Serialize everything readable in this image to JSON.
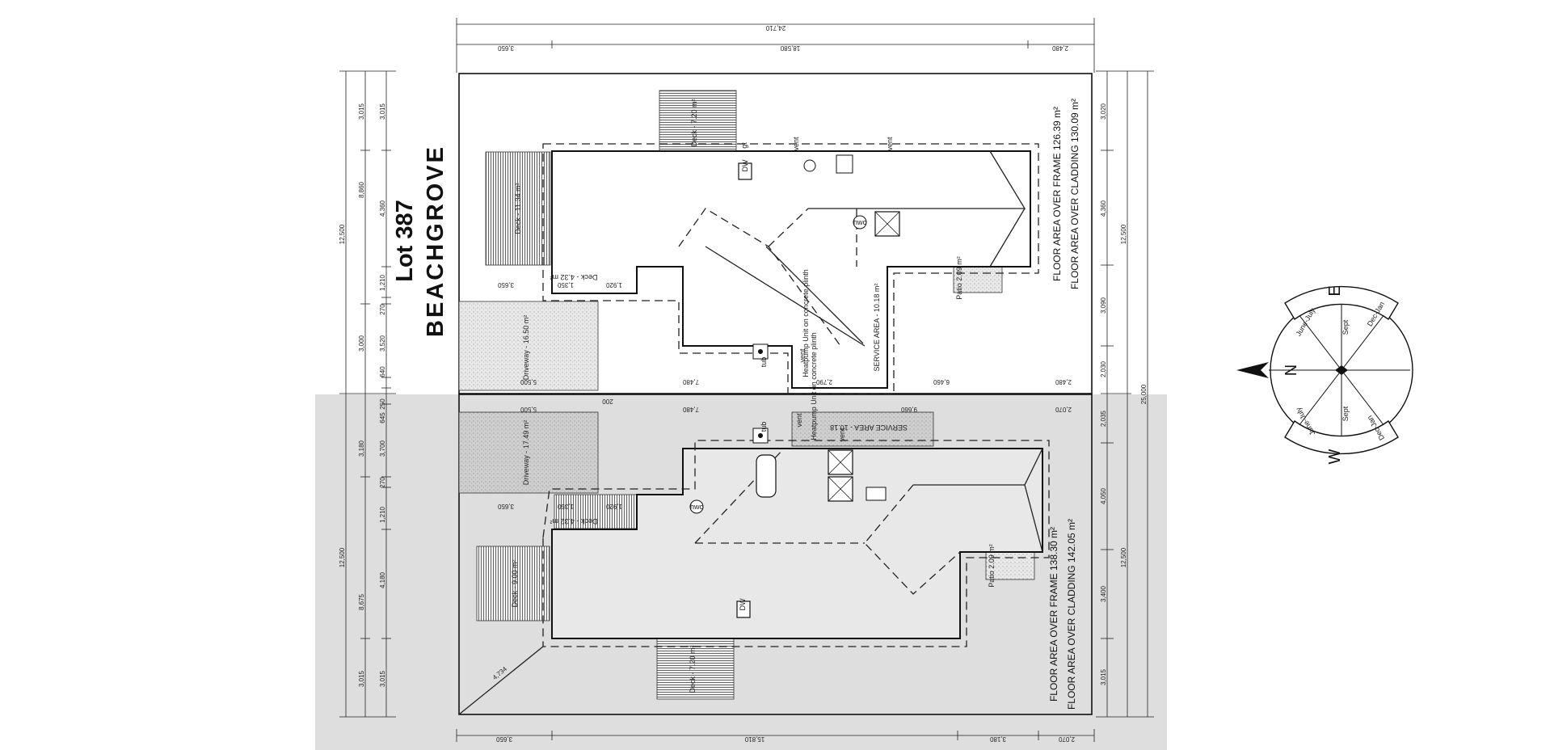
{
  "title": {
    "line1": "Lot 387",
    "line2": "BEACHGROVE"
  },
  "dims_top": {
    "overall": "24,710",
    "a": "3,650",
    "b": "18,580",
    "c": "2,480"
  },
  "dims_bottom": {
    "a": "3,650",
    "b": "15,810",
    "c": "3,180",
    "d": "2,070"
  },
  "dims_left_outer": {
    "upper": "12,500",
    "lower": "12,500"
  },
  "dims_left_mid": {
    "a": "3,015",
    "b": "8,860",
    "c": "3,000",
    "d": "3,180",
    "e": "8,675",
    "f": "3,015"
  },
  "dims_left_inner": {
    "a": "3,015",
    "b": "4,360",
    "c": "1,210",
    "d": "270",
    "e": "3,520",
    "f": "640",
    "g": "250",
    "h": "645",
    "i": "3,700",
    "j": "270",
    "k": "1,210",
    "l": "4,180",
    "m": "3,015"
  },
  "dims_right_inner": {
    "a": "3,020",
    "b": "4,360",
    "c": "3,090",
    "d": "2,030",
    "e": "2,035",
    "f": "4,050",
    "g": "3,400",
    "h": "3,015"
  },
  "dims_right_mid": {
    "upper": "12,500",
    "lower": "12,500"
  },
  "dims_right_outer": {
    "overall": "25,000"
  },
  "dims_mid": {
    "u1": "3,650",
    "u2": "1,920",
    "u3": "1,350",
    "u4": "5,500",
    "u5": "7,480",
    "u6": "2,790",
    "u7": "6,460",
    "u8": "2,480",
    "l1": "5,500",
    "l2": "200",
    "l3": "7,480",
    "l4": "9,660",
    "l5": "2,070",
    "l6": "3,650",
    "l7": "1,920",
    "l8": "1,350",
    "diag": "4,734"
  },
  "upper_lot": {
    "deck_top": "Deck - 7.20 m²",
    "deck_left": "Deck - 11.34 m²",
    "deck_small": "Deck - 4.32 m²",
    "driveway": "Driveway - 16.50 m²",
    "service": "SERVICE AREA - 10.18 m²",
    "heatpump": "Heatpump Unit on concrete plinth",
    "patio": "Patio 2.09 m²",
    "vent1": "vent",
    "vent2": "vent",
    "vent3": "vent",
    "gt": "gt",
    "dw": "DW",
    "hwc": "hwc",
    "tub": "tub",
    "area_frame": "FLOOR AREA OVER FRAME 126.39 m²",
    "area_cladding": "FLOOR AREA OVER CLADDING 130.09 m²"
  },
  "lower_lot": {
    "driveway": "Driveway - 17.49 m²",
    "deck_small": "Deck - 4.32 m²",
    "deck_left": "Deck - 9.00 m²",
    "deck_bottom": "Deck - 7.20 m²",
    "service": "SERVICE AREA - 10.18",
    "heatpump": "Heatpump Unit on concrete plinth",
    "patio": "Patio 2.09 m²",
    "vent1": "vent",
    "vent2": "vent",
    "dw": "DW",
    "hwc": "hwc",
    "tub": "tub",
    "area_frame": "FLOOR AREA OVER FRAME 138.30 m²",
    "area_cladding": "FLOOR AREA OVER CLADDING 142.05 m²"
  },
  "compass": {
    "n": "N",
    "e": "E",
    "w": "W",
    "june_july_top": "June-July",
    "sept_top": "Sept",
    "dec_jan_top": "Dec-Jan",
    "june_july_bot": "June-July",
    "sept_bot": "Sept",
    "dec_jan_bot": "Dec-Jan"
  },
  "colors": {
    "lower_bg": "#dedede",
    "hatch": "#555555",
    "line": "#111111"
  }
}
